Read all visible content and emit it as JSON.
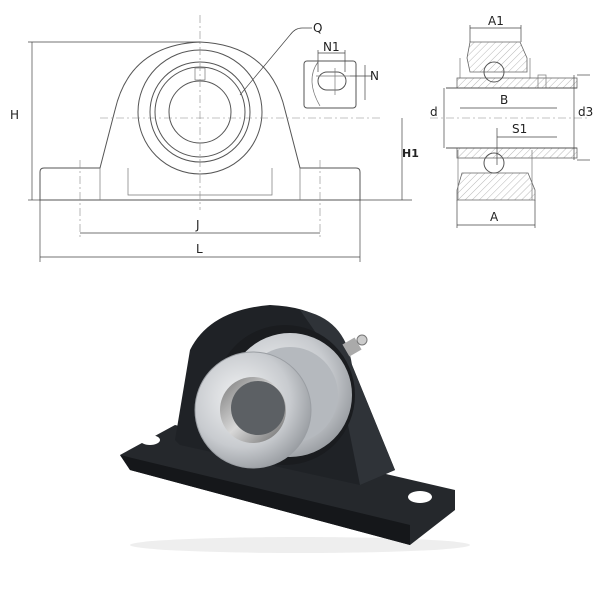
{
  "drawing": {
    "front_view": {
      "H": "H",
      "H1": "H1",
      "J": "J",
      "L": "L",
      "Q": "Q"
    },
    "slot_detail": {
      "N1": "N1",
      "N": "N"
    },
    "section_view": {
      "A1": "A1",
      "B": "B",
      "d": "d",
      "d3": "d3",
      "S1": "S1",
      "A": "A"
    }
  },
  "photo": {
    "subject": "pillow-block-bearing",
    "housing_color": "#1f2226",
    "insert_color": "#c9ccd0"
  }
}
